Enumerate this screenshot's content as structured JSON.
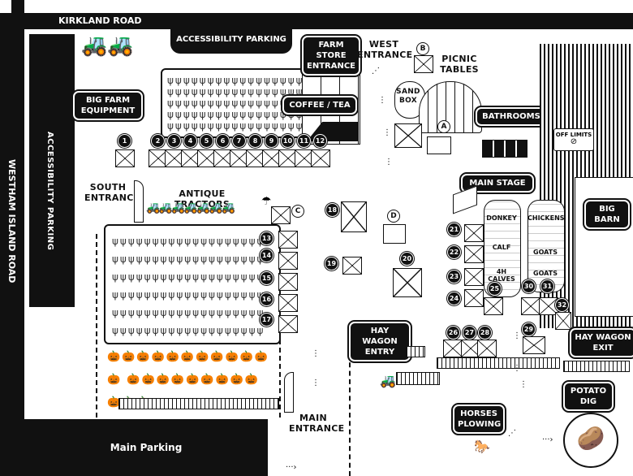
{
  "roads": {
    "top": "KIRKLAND ROAD",
    "left": "WESTHAM ISLAND ROAD"
  },
  "labels": {
    "accessibility_parking_top": "ACCESSIBILITY PARKING",
    "accessibility_parking_left": "ACCESSIBILITY PARKING",
    "main_parking": "Main Parking",
    "west_entrance": "WEST ENTRANCE",
    "south_entrance": "SOUTH ENTRANCE",
    "main_entrance": "MAIN ENTRANCE",
    "picnic_tables": "PICNIC TABLES",
    "antique_tractors": "ANTIQUE TRACTORS",
    "sand_box": "SAND BOX",
    "off_limits": "OFF LIMITS"
  },
  "callouts": {
    "farm_store": "FARM STORE ENTRANCE",
    "coffee_tea": "COFFEE / TEA",
    "big_farm_equipment": "BIG FARM EQUIPMENT",
    "bathrooms": "BATHROOMS",
    "main_stage": "MAIN STAGE",
    "big_barn": "BIG BARN",
    "hay_wagon_entry": "HAY WAGON ENTRY",
    "hay_wagon_exit": "HAY WAGON EXIT",
    "potato_dig": "POTATO DIG",
    "horses_plowing": "HORSES PLOWING"
  },
  "pens": {
    "donkey": "DONKEY",
    "calf": "CALF",
    "calves": "4H CALVES",
    "chickens": "CHICKENS",
    "goats1": "GOATS",
    "goats2": "GOATS"
  },
  "letters": [
    "A",
    "B",
    "C",
    "D"
  ],
  "stations": [
    "1",
    "2",
    "3",
    "4",
    "5",
    "6",
    "7",
    "8",
    "9",
    "10",
    "11",
    "12",
    "13",
    "14",
    "15",
    "16",
    "17",
    "18",
    "19",
    "20",
    "21",
    "22",
    "23",
    "24",
    "25",
    "26",
    "27",
    "28",
    "29",
    "30",
    "31",
    "32"
  ],
  "colors": {
    "ink": "#111111",
    "paper": "#ffffff"
  }
}
